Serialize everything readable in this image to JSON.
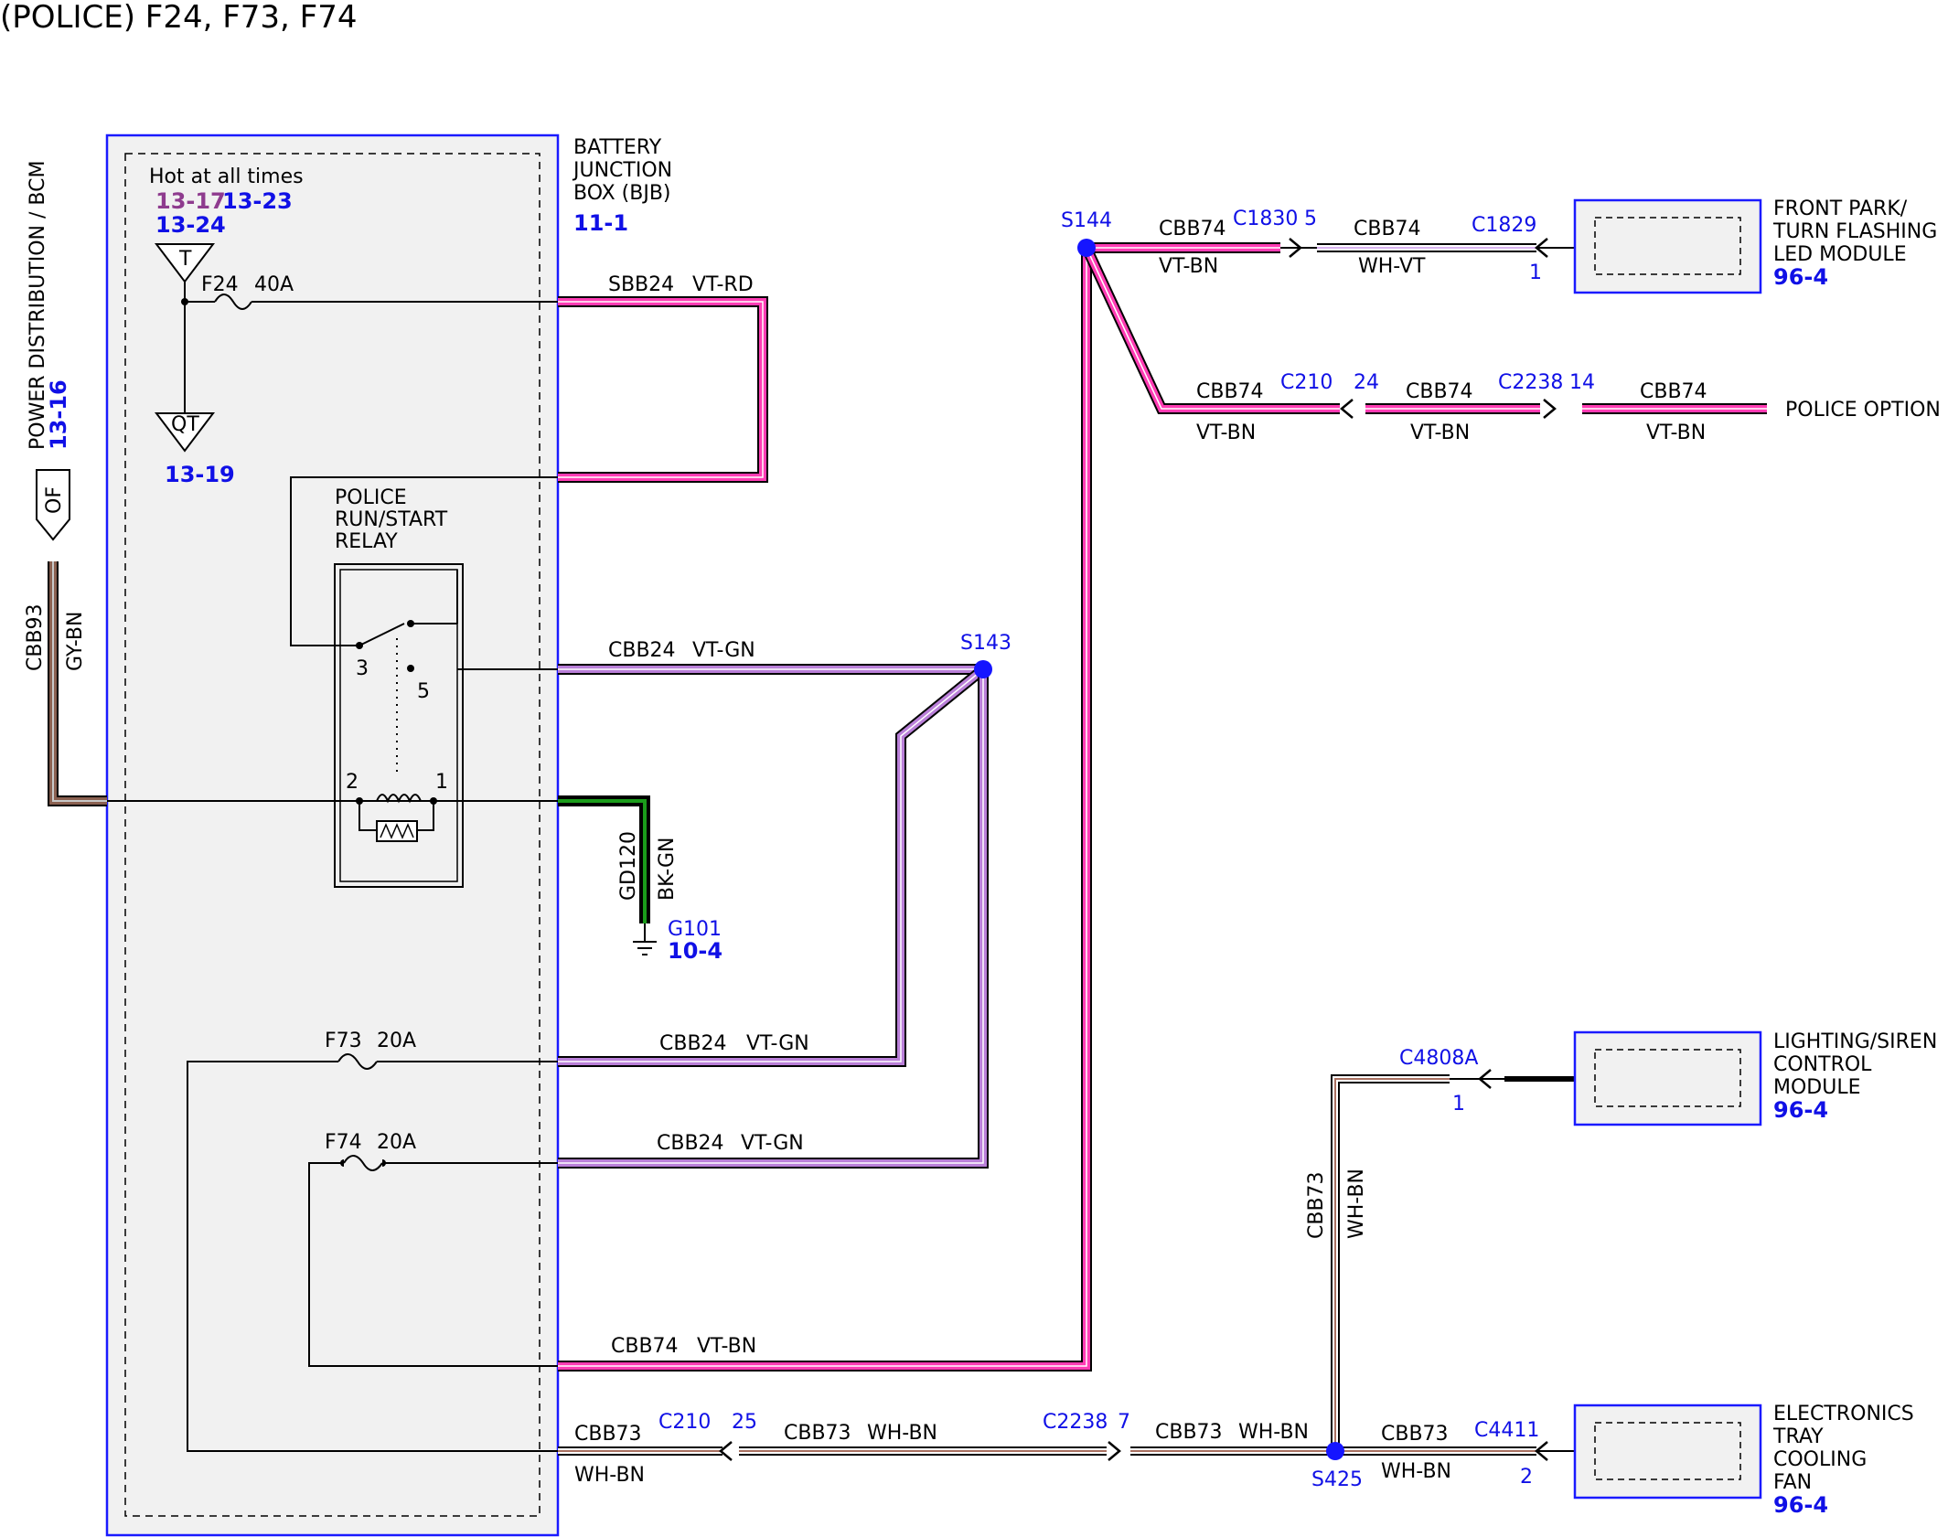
{
  "title": "(POLICE) F24, F73, F74",
  "colors": {
    "box_border": "#1a1aff",
    "box_fill": "#f1f1f1",
    "vt_rd": "#ff3cb4",
    "vt_gn": "#b97fd8",
    "vt_bn": "#ff3cb4",
    "wh_vt": "#d9b3f0",
    "wh_bn": "#a87060",
    "gy_bn": "#8a6050",
    "bk_gn": "#1b9d1b",
    "splice": "#1515ff"
  },
  "bjb": {
    "name_lines": [
      "BATTERY",
      "JUNCTION",
      "BOX (BJB)"
    ],
    "ref": "11-1",
    "hot_label": "Hot at all times",
    "refs_a": [
      "13-17",
      "13-23"
    ],
    "refs_b": [
      "13-24"
    ],
    "connector_t": "T",
    "connector_qt": "QT",
    "qt_ref": "13-19",
    "relay_lines": [
      "POLICE",
      "RUN/START",
      "RELAY"
    ],
    "relay_pins": {
      "p3": "3",
      "p5": "5",
      "p2": "2",
      "p1": "1"
    }
  },
  "power": {
    "label": "POWER DISTRIBUTION / BCM",
    "ref": "13-16",
    "connector": "OF",
    "circuit": "CBB93",
    "color": "GY-BN"
  },
  "fuses": [
    {
      "id": "F24",
      "rating": "40A"
    },
    {
      "id": "F73",
      "rating": "20A"
    },
    {
      "id": "F74",
      "rating": "20A"
    }
  ],
  "wires": {
    "sbb24": {
      "circuit": "SBB24",
      "color": "VT-RD"
    },
    "cbb24_relay": {
      "circuit": "CBB24",
      "color": "VT-GN"
    },
    "cbb24_f73": {
      "circuit": "CBB24",
      "color": "VT-GN"
    },
    "cbb24_f74": {
      "circuit": "CBB24",
      "color": "VT-GN"
    },
    "cbb74_main": {
      "circuit": "CBB74",
      "color": "VT-BN"
    },
    "cbb73_a": {
      "circuit": "CBB73",
      "color": "WH-BN"
    },
    "cbb73_b": {
      "circuit": "CBB73",
      "color": "WH-BN"
    },
    "cbb73_c": {
      "circuit": "CBB73",
      "color": "WH-BN"
    },
    "cbb73_d": {
      "circuit": "CBB73",
      "color": "WH-BN"
    },
    "cbb73_v": {
      "circuit": "CBB73",
      "color": "WH-BN"
    },
    "cbb74_top1": {
      "circuit": "CBB74",
      "color": "VT-BN"
    },
    "cbb74_top2": {
      "circuit": "CBB74",
      "color": "WH-VT"
    },
    "cbb74_mid1": {
      "circuit": "CBB74",
      "color": "VT-BN"
    },
    "cbb74_mid2": {
      "circuit": "CBB74",
      "color": "VT-BN"
    },
    "cbb74_mid3": {
      "circuit": "CBB74",
      "color": "VT-BN"
    },
    "gd120": {
      "circuit": "GD120",
      "color": "BK-GN"
    }
  },
  "ground": {
    "id": "G101",
    "ref": "10-4"
  },
  "splices": {
    "s143": "S143",
    "s144": "S144",
    "s425": "S425"
  },
  "connectors": {
    "c1830": {
      "id": "C1830",
      "pin": "5"
    },
    "c1829": {
      "id": "C1829",
      "pin": "1"
    },
    "c210_top": {
      "id": "C210",
      "pin": "24"
    },
    "c2238_top": {
      "id": "C2238",
      "pin": "14"
    },
    "c210_bot": {
      "id": "C210",
      "pin": "25"
    },
    "c2238_bot": {
      "id": "C2238",
      "pin": "7"
    },
    "c4808a": {
      "id": "C4808A",
      "pin": "1"
    },
    "c4411": {
      "id": "C4411",
      "pin": "2"
    }
  },
  "modules": {
    "front_park": {
      "lines": [
        "FRONT PARK/",
        "TURN FLASHING",
        "LED MODULE"
      ],
      "ref": "96-4"
    },
    "police_option": {
      "label": "POLICE OPTION"
    },
    "lighting_siren": {
      "lines": [
        "LIGHTING/SIREN",
        "CONTROL",
        "MODULE"
      ],
      "ref": "96-4"
    },
    "cooling_fan": {
      "lines": [
        "ELECTRONICS",
        "TRAY",
        "COOLING",
        "FAN"
      ],
      "ref": "96-4"
    }
  }
}
